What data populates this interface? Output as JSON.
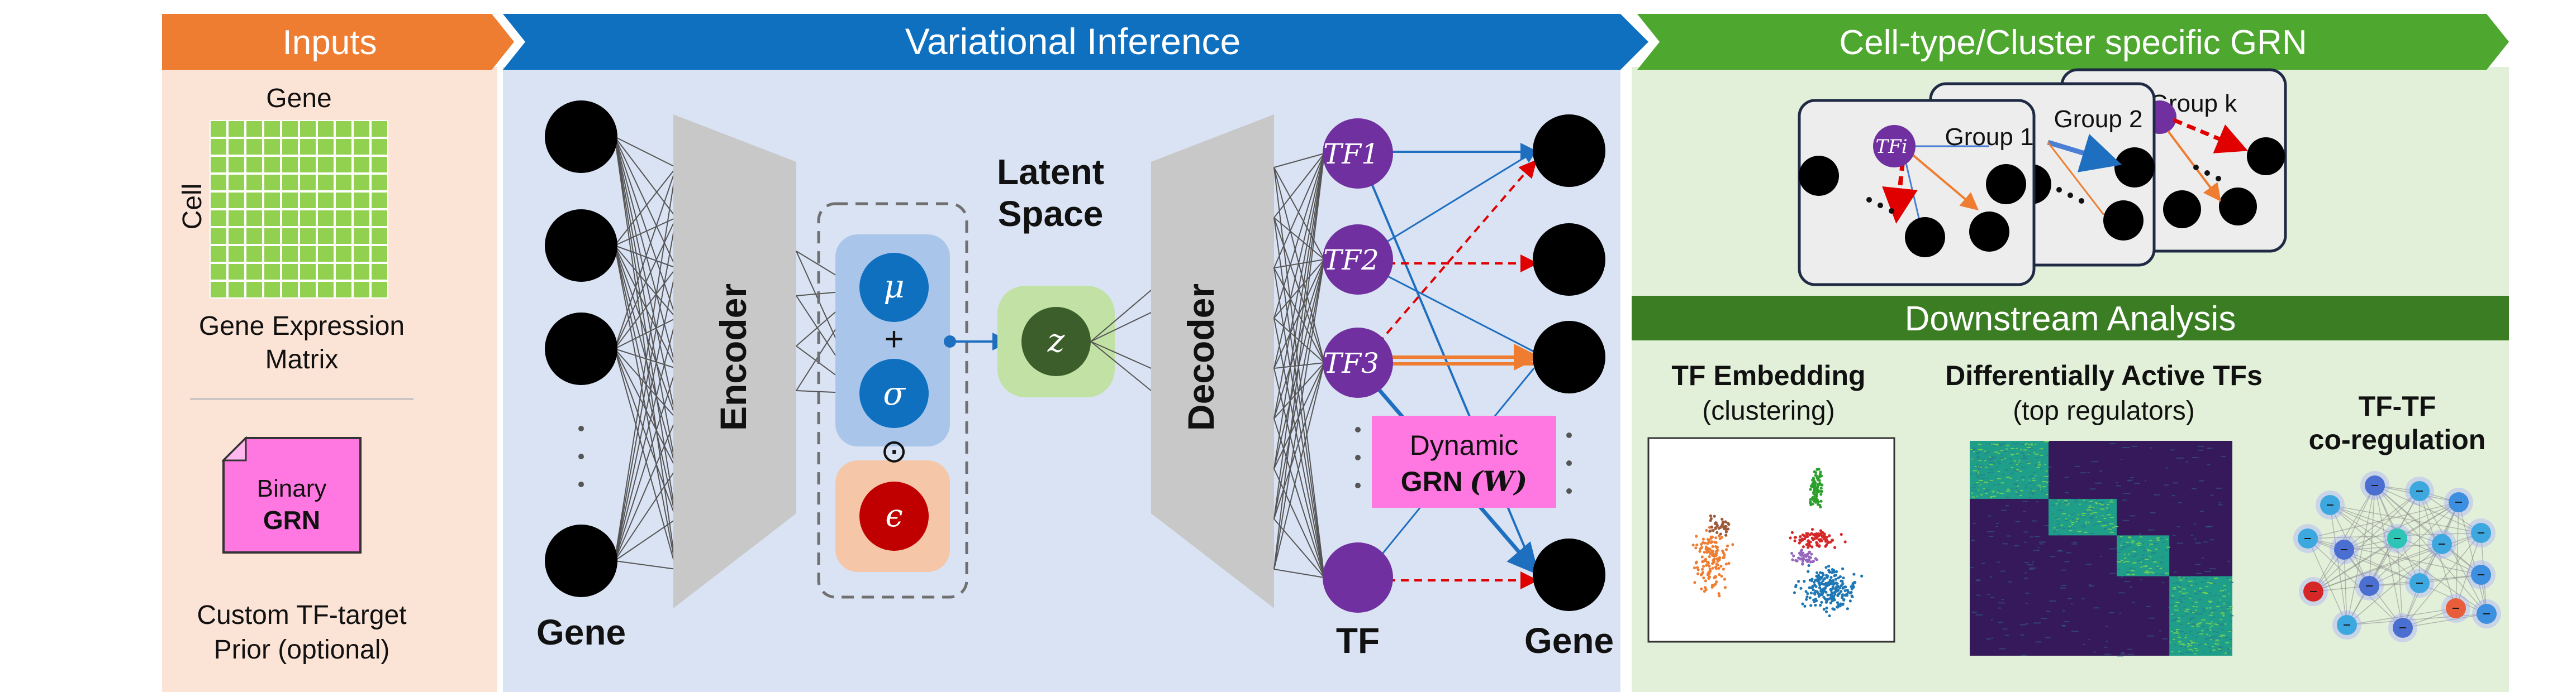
{
  "header": {
    "inputs": "Inputs",
    "variational": "Variational Inference",
    "celltype": "Cell-type/Cluster specific GRN",
    "downstream": "Downstream Analysis"
  },
  "inputs": {
    "gene_label": "Gene",
    "cell_label": "Cell",
    "matrix_line1": "Gene Expression",
    "matrix_line2": "Matrix",
    "binary": "Binary",
    "grn": "GRN",
    "prior_line1": "Custom TF-target",
    "prior_line2": "Prior (optional)"
  },
  "vi": {
    "gene_in": "Gene",
    "encoder": "Encoder",
    "decoder": "Decoder",
    "mu": "μ",
    "plus": "+",
    "sigma": "σ",
    "odot": "⊙",
    "epsilon": "ϵ",
    "latent_line1": "Latent",
    "latent_line2": "Space",
    "z": "z",
    "tf1": "TF1",
    "tf2": "TF2",
    "tf3": "TF3",
    "tfi": "TFi",
    "tf_label": "TF",
    "gene_out": "Gene",
    "dynamic": "Dynamic",
    "grn_w_prefix": "GRN",
    "grn_w_symbol": "(W)"
  },
  "groups": {
    "g1": "Group 1",
    "g2": "Group 2",
    "gk": "Group k"
  },
  "downstream": {
    "tf_embedding": "TF Embedding",
    "clustering": "(clustering)",
    "diff_active": "Differentially Active TFs",
    "top_regulators": "(top regulators)",
    "tftf_line1": "TF-TF",
    "tftf_line2": "co-regulation"
  },
  "colors": {
    "inputs_header": "#ee7d31",
    "inputs_bg": "#fbe3d6",
    "vi_header": "#0f70c0",
    "vi_bg": "#dae3f3",
    "grn_header": "#4ea72e",
    "grn_bg": "#e2f0d9",
    "downstream_header": "#3b7d23",
    "tf_purple": "#7030a0",
    "mu_blue": "#0f70c0",
    "eps_red": "#c00000",
    "z_green": "#3b5e2b",
    "grn_pink": "#ff77e0",
    "matrix_green": "#92d050"
  }
}
